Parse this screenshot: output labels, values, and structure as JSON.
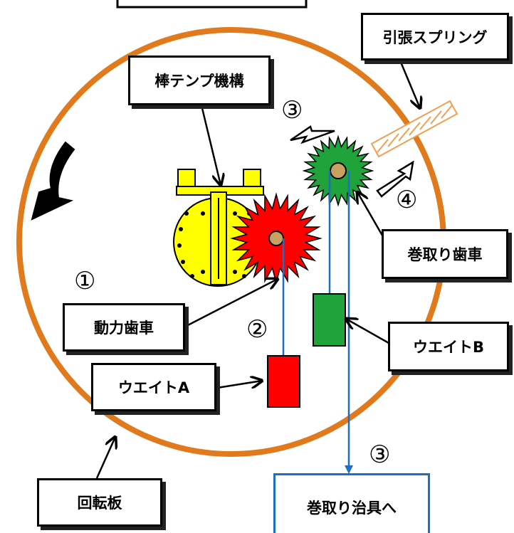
{
  "labels": {
    "tension_spring": "引張スプリング",
    "bar_balance": "棒テンプ機構",
    "winding_gear": "巻取り歯車",
    "power_gear": "動力歯車",
    "weight_b": "ウエイトB",
    "weight_a": "ウエイトA",
    "rotating_plate": "回転板",
    "to_winding_jig": "巻取り治具へ"
  },
  "markers": {
    "one": "①",
    "two": "②",
    "three_top": "③",
    "three_bottom": "③",
    "four": "④"
  },
  "colors": {
    "plate_ring": "#e07a1c",
    "balance": "#ffff00",
    "power_gear": "#ff0000",
    "winding_gear": "#1fa33a",
    "weight_a": "#ff0000",
    "weight_b": "#1fa33a",
    "string": "#1f6fc0",
    "spring": "#f0a050"
  }
}
